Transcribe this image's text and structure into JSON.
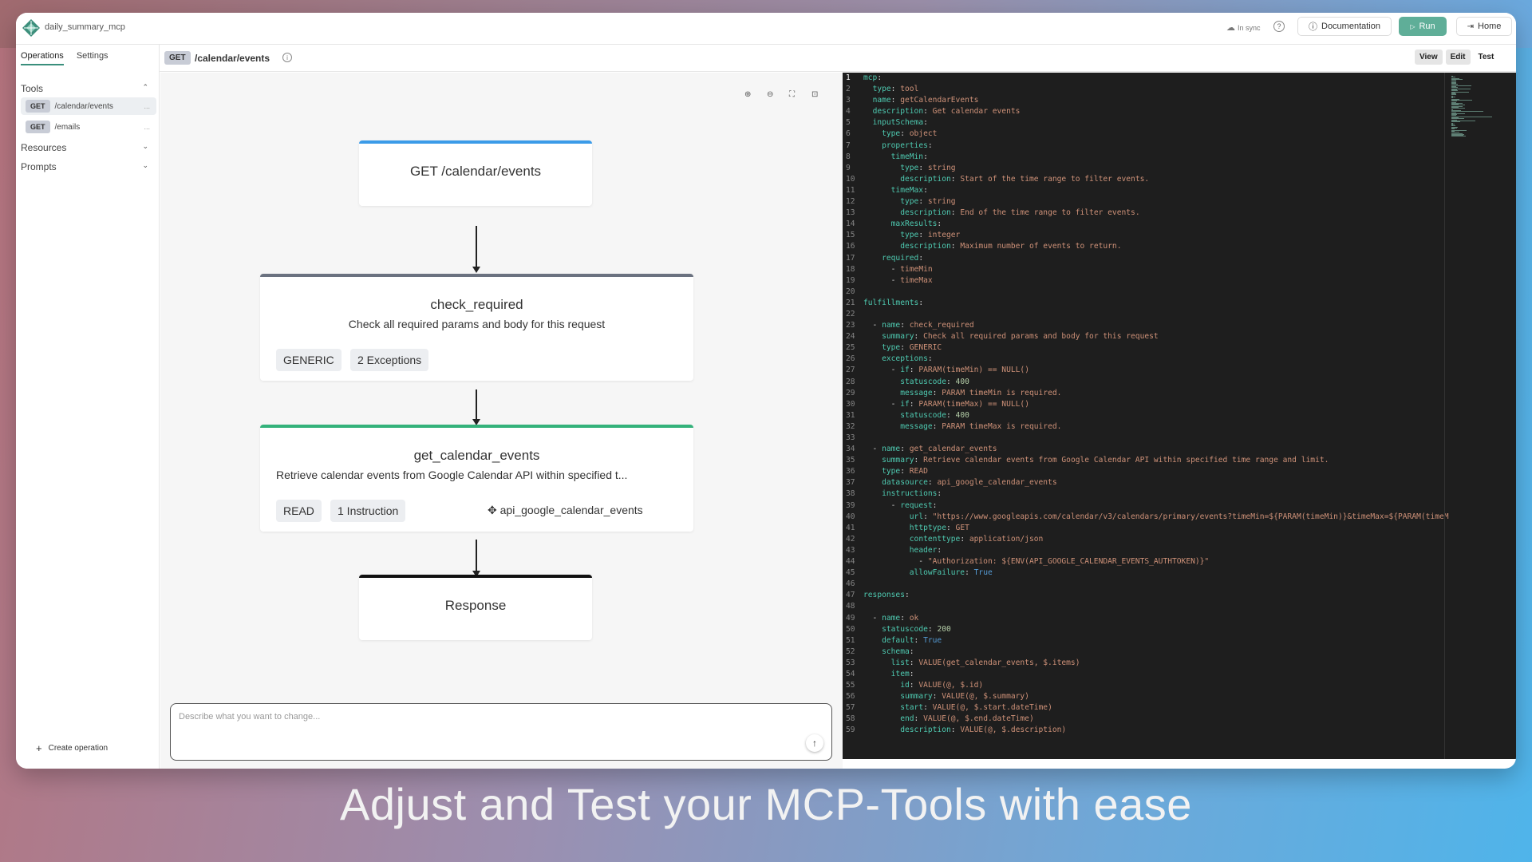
{
  "app": {
    "title": "daily_summary_mcp",
    "sync_status": "In sync"
  },
  "topbar": {
    "documentation_label": "Documentation",
    "run_label": "Run",
    "home_label": "Home"
  },
  "sidebar": {
    "tabs": [
      "Operations",
      "Settings"
    ],
    "sections": {
      "tools": "Tools",
      "resources": "Resources",
      "prompts": "Prompts"
    },
    "tools": [
      {
        "method": "GET",
        "path": "/calendar/events",
        "more": "..."
      },
      {
        "method": "GET",
        "path": "/emails",
        "more": "..."
      }
    ],
    "create_label": "Create operation"
  },
  "operation": {
    "method": "GET",
    "path": "/calendar/events"
  },
  "view_modes": [
    "View",
    "Edit",
    "Test"
  ],
  "flow": {
    "request_node": "GET /calendar/events",
    "check_node": {
      "title": "check_required",
      "subtitle": "Check all required params and body for this request",
      "chips": [
        "GENERIC",
        "2 Exceptions"
      ]
    },
    "get_node": {
      "title": "get_calendar_events",
      "subtitle": "Retrieve calendar events from Google Calendar API within specified t...",
      "chips": [
        "READ",
        "1 Instruction"
      ],
      "datasource": "api_google_calendar_events"
    },
    "response_node": "Response",
    "colors": {
      "request": "#3b9be8",
      "check": "#6b7280",
      "get": "#34b27b",
      "response": "#111111"
    }
  },
  "prompt": {
    "placeholder": "Describe what you want to change..."
  },
  "code_lines": [
    [
      [
        "k",
        "mcp"
      ],
      [
        "p",
        ":"
      ]
    ],
    [
      [
        "p",
        "  "
      ],
      [
        "k",
        "type"
      ],
      [
        "p",
        ": "
      ],
      [
        "s",
        "tool"
      ]
    ],
    [
      [
        "p",
        "  "
      ],
      [
        "k",
        "name"
      ],
      [
        "p",
        ": "
      ],
      [
        "s",
        "getCalendarEvents"
      ]
    ],
    [
      [
        "p",
        "  "
      ],
      [
        "k",
        "description"
      ],
      [
        "p",
        ": "
      ],
      [
        "s",
        "Get calendar events"
      ]
    ],
    [
      [
        "p",
        "  "
      ],
      [
        "k",
        "inputSchema"
      ],
      [
        "p",
        ":"
      ]
    ],
    [
      [
        "p",
        "    "
      ],
      [
        "k",
        "type"
      ],
      [
        "p",
        ": "
      ],
      [
        "s",
        "object"
      ]
    ],
    [
      [
        "p",
        "    "
      ],
      [
        "k",
        "properties"
      ],
      [
        "p",
        ":"
      ]
    ],
    [
      [
        "p",
        "      "
      ],
      [
        "k",
        "timeMin"
      ],
      [
        "p",
        ":"
      ]
    ],
    [
      [
        "p",
        "        "
      ],
      [
        "k",
        "type"
      ],
      [
        "p",
        ": "
      ],
      [
        "s",
        "string"
      ]
    ],
    [
      [
        "p",
        "        "
      ],
      [
        "k",
        "description"
      ],
      [
        "p",
        ": "
      ],
      [
        "s",
        "Start of the time range to filter events."
      ]
    ],
    [
      [
        "p",
        "      "
      ],
      [
        "k",
        "timeMax"
      ],
      [
        "p",
        ":"
      ]
    ],
    [
      [
        "p",
        "        "
      ],
      [
        "k",
        "type"
      ],
      [
        "p",
        ": "
      ],
      [
        "s",
        "string"
      ]
    ],
    [
      [
        "p",
        "        "
      ],
      [
        "k",
        "description"
      ],
      [
        "p",
        ": "
      ],
      [
        "s",
        "End of the time range to filter events."
      ]
    ],
    [
      [
        "p",
        "      "
      ],
      [
        "k",
        "maxResults"
      ],
      [
        "p",
        ":"
      ]
    ],
    [
      [
        "p",
        "        "
      ],
      [
        "k",
        "type"
      ],
      [
        "p",
        ": "
      ],
      [
        "s",
        "integer"
      ]
    ],
    [
      [
        "p",
        "        "
      ],
      [
        "k",
        "description"
      ],
      [
        "p",
        ": "
      ],
      [
        "s",
        "Maximum number of events to return."
      ]
    ],
    [
      [
        "p",
        "    "
      ],
      [
        "k",
        "required"
      ],
      [
        "p",
        ":"
      ]
    ],
    [
      [
        "p",
        "      - "
      ],
      [
        "s",
        "timeMin"
      ]
    ],
    [
      [
        "p",
        "      - "
      ],
      [
        "s",
        "timeMax"
      ]
    ],
    [
      [
        "p",
        ""
      ]
    ],
    [
      [
        "k",
        "fulfillments"
      ],
      [
        "p",
        ":"
      ]
    ],
    [
      [
        "p",
        ""
      ]
    ],
    [
      [
        "p",
        "  - "
      ],
      [
        "k",
        "name"
      ],
      [
        "p",
        ": "
      ],
      [
        "s",
        "check_required"
      ]
    ],
    [
      [
        "p",
        "    "
      ],
      [
        "k",
        "summary"
      ],
      [
        "p",
        ": "
      ],
      [
        "s",
        "Check all required params and body for this request"
      ]
    ],
    [
      [
        "p",
        "    "
      ],
      [
        "k",
        "type"
      ],
      [
        "p",
        ": "
      ],
      [
        "s",
        "GENERIC"
      ]
    ],
    [
      [
        "p",
        "    "
      ],
      [
        "k",
        "exceptions"
      ],
      [
        "p",
        ":"
      ]
    ],
    [
      [
        "p",
        "      - "
      ],
      [
        "k",
        "if"
      ],
      [
        "p",
        ": "
      ],
      [
        "s",
        "PARAM(timeMin) == NULL()"
      ]
    ],
    [
      [
        "p",
        "        "
      ],
      [
        "k",
        "statuscode"
      ],
      [
        "p",
        ": "
      ],
      [
        "n",
        "400"
      ]
    ],
    [
      [
        "p",
        "        "
      ],
      [
        "k",
        "message"
      ],
      [
        "p",
        ": "
      ],
      [
        "s",
        "PARAM timeMin is required."
      ]
    ],
    [
      [
        "p",
        "      - "
      ],
      [
        "k",
        "if"
      ],
      [
        "p",
        ": "
      ],
      [
        "s",
        "PARAM(timeMax) == NULL()"
      ]
    ],
    [
      [
        "p",
        "        "
      ],
      [
        "k",
        "statuscode"
      ],
      [
        "p",
        ": "
      ],
      [
        "n",
        "400"
      ]
    ],
    [
      [
        "p",
        "        "
      ],
      [
        "k",
        "message"
      ],
      [
        "p",
        ": "
      ],
      [
        "s",
        "PARAM timeMax is required."
      ]
    ],
    [
      [
        "p",
        ""
      ]
    ],
    [
      [
        "p",
        "  - "
      ],
      [
        "k",
        "name"
      ],
      [
        "p",
        ": "
      ],
      [
        "s",
        "get_calendar_events"
      ]
    ],
    [
      [
        "p",
        "    "
      ],
      [
        "k",
        "summary"
      ],
      [
        "p",
        ": "
      ],
      [
        "s",
        "Retrieve calendar events from Google Calendar API within specified time range and limit."
      ]
    ],
    [
      [
        "p",
        "    "
      ],
      [
        "k",
        "type"
      ],
      [
        "p",
        ": "
      ],
      [
        "s",
        "READ"
      ]
    ],
    [
      [
        "p",
        "    "
      ],
      [
        "k",
        "datasource"
      ],
      [
        "p",
        ": "
      ],
      [
        "s",
        "api_google_calendar_events"
      ]
    ],
    [
      [
        "p",
        "    "
      ],
      [
        "k",
        "instructions"
      ],
      [
        "p",
        ":"
      ]
    ],
    [
      [
        "p",
        "      - "
      ],
      [
        "k",
        "request"
      ],
      [
        "p",
        ":"
      ]
    ],
    [
      [
        "p",
        "          "
      ],
      [
        "k",
        "url"
      ],
      [
        "p",
        ": "
      ],
      [
        "s",
        "\"https://www.googleapis.com/calendar/v3/calendars/primary/events?timeMin=${PARAM(timeMin)}&timeMax=${PARAM(timeM"
      ]
    ],
    [
      [
        "p",
        "          "
      ],
      [
        "k",
        "httptype"
      ],
      [
        "p",
        ": "
      ],
      [
        "s",
        "GET"
      ]
    ],
    [
      [
        "p",
        "          "
      ],
      [
        "k",
        "contenttype"
      ],
      [
        "p",
        ": "
      ],
      [
        "s",
        "application/json"
      ]
    ],
    [
      [
        "p",
        "          "
      ],
      [
        "k",
        "header"
      ],
      [
        "p",
        ":"
      ]
    ],
    [
      [
        "p",
        "            - "
      ],
      [
        "s",
        "\"Authorization: ${ENV(API_GOOGLE_CALENDAR_EVENTS_AUTHTOKEN)}\""
      ]
    ],
    [
      [
        "p",
        "          "
      ],
      [
        "k",
        "allowFailure"
      ],
      [
        "p",
        ": "
      ],
      [
        "b",
        "True"
      ]
    ],
    [
      [
        "p",
        ""
      ]
    ],
    [
      [
        "k",
        "responses"
      ],
      [
        "p",
        ":"
      ]
    ],
    [
      [
        "p",
        ""
      ]
    ],
    [
      [
        "p",
        "  - "
      ],
      [
        "k",
        "name"
      ],
      [
        "p",
        ": "
      ],
      [
        "s",
        "ok"
      ]
    ],
    [
      [
        "p",
        "    "
      ],
      [
        "k",
        "statuscode"
      ],
      [
        "p",
        ": "
      ],
      [
        "n",
        "200"
      ]
    ],
    [
      [
        "p",
        "    "
      ],
      [
        "k",
        "default"
      ],
      [
        "p",
        ": "
      ],
      [
        "b",
        "True"
      ]
    ],
    [
      [
        "p",
        "    "
      ],
      [
        "k",
        "schema"
      ],
      [
        "p",
        ":"
      ]
    ],
    [
      [
        "p",
        "      "
      ],
      [
        "k",
        "list"
      ],
      [
        "p",
        ": "
      ],
      [
        "s",
        "VALUE(get_calendar_events, $.items)"
      ]
    ],
    [
      [
        "p",
        "      "
      ],
      [
        "k",
        "item"
      ],
      [
        "p",
        ":"
      ]
    ],
    [
      [
        "p",
        "        "
      ],
      [
        "k",
        "id"
      ],
      [
        "p",
        ": "
      ],
      [
        "s",
        "VALUE(@, $.id)"
      ]
    ],
    [
      [
        "p",
        "        "
      ],
      [
        "k",
        "summary"
      ],
      [
        "p",
        ": "
      ],
      [
        "s",
        "VALUE(@, $.summary)"
      ]
    ],
    [
      [
        "p",
        "        "
      ],
      [
        "k",
        "start"
      ],
      [
        "p",
        ": "
      ],
      [
        "s",
        "VALUE(@, $.start.dateTime)"
      ]
    ],
    [
      [
        "p",
        "        "
      ],
      [
        "k",
        "end"
      ],
      [
        "p",
        ": "
      ],
      [
        "s",
        "VALUE(@, $.end.dateTime)"
      ]
    ],
    [
      [
        "p",
        "        "
      ],
      [
        "k",
        "description"
      ],
      [
        "p",
        ": "
      ],
      [
        "s",
        "VALUE(@, $.description)"
      ]
    ]
  ],
  "caption": "Adjust and Test your MCP-Tools with ease"
}
